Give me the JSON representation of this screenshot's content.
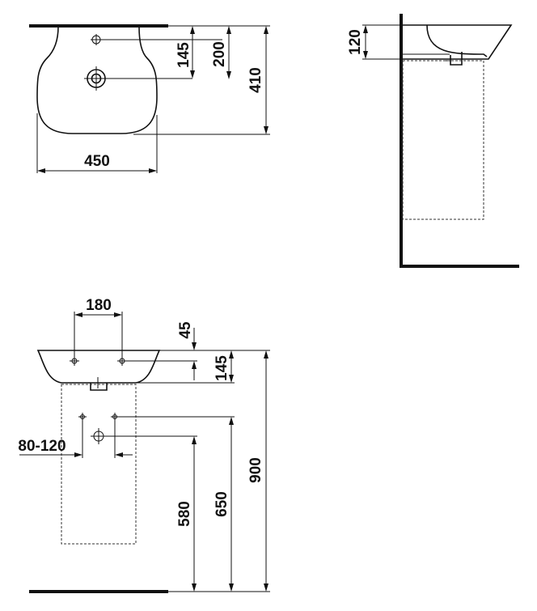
{
  "drawing": {
    "top_view": {
      "width": "450",
      "depth": "410",
      "tap_hole_from_wall": "200",
      "waste_from_wall": "145"
    },
    "side_view": {
      "height": "120"
    },
    "front_view": {
      "tap_hole_spacing": "180",
      "tap_hole_depth": "45",
      "bowl_height": "145",
      "trap_offset": "80-120",
      "trap_outlet_height": "580",
      "supply_height": "650",
      "rim_height": "900"
    }
  }
}
